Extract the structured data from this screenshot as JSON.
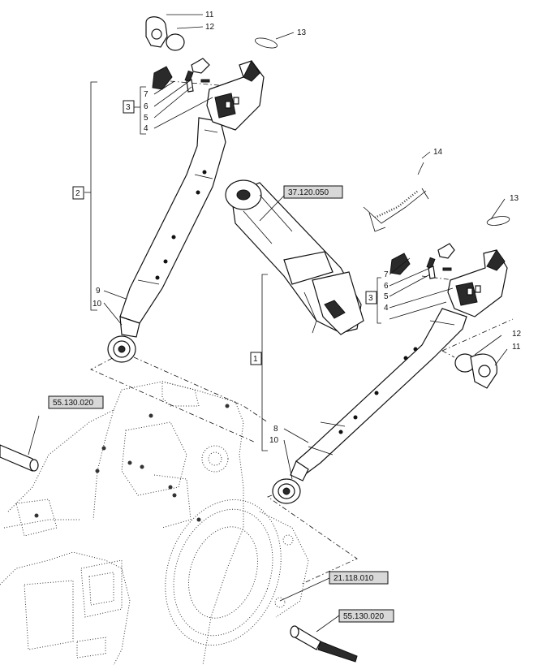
{
  "references": {
    "ref_37120050": "37.120.050",
    "ref_55130020_left": "55.130.020",
    "ref_21118010": "21.118.010",
    "ref_55130020_bottom": "55.130.020"
  },
  "left_assembly": {
    "group_label": "2",
    "subgroup_label": "3",
    "callouts": {
      "c11": "11",
      "c12": "12",
      "c13": "13",
      "c7": "7",
      "c6": "6",
      "c5": "5",
      "c4": "4",
      "c9": "9",
      "c10": "10"
    }
  },
  "right_assembly": {
    "group_label": "1",
    "subgroup_label": "3",
    "callouts": {
      "c14": "14",
      "c13": "13",
      "c7": "7",
      "c6": "6",
      "c5": "5",
      "c4": "4",
      "c12": "12",
      "c11": "11",
      "c8": "8",
      "c10": "10"
    }
  }
}
